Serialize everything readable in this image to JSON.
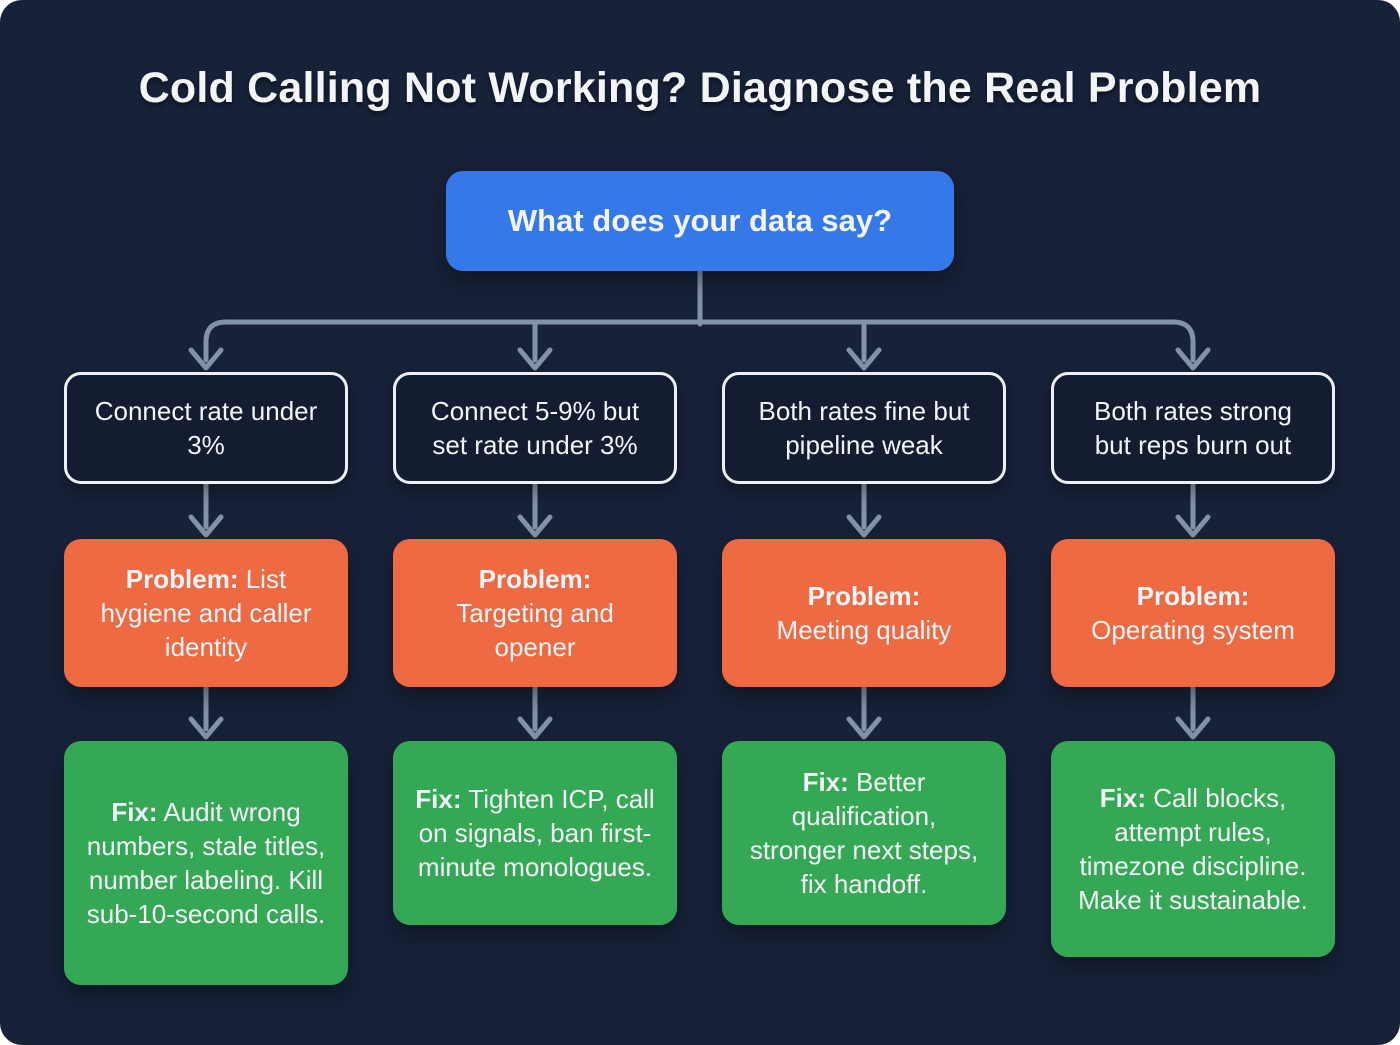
{
  "title": "Cold Calling Not Working? Diagnose the Real Problem",
  "root": {
    "label": "What does your data say?"
  },
  "labels": {
    "problem": "Problem:",
    "fix": "Fix:"
  },
  "branches": [
    {
      "condition": "Connect rate under 3%",
      "problem": "List hygiene and caller identity",
      "fix": "Audit wrong numbers, stale titles, number labeling. Kill sub-10-second calls."
    },
    {
      "condition": "Connect 5-9% but set rate under 3%",
      "problem": "Targeting and opener",
      "fix": "Tighten ICP, call on signals, ban first-minute monologues."
    },
    {
      "condition": "Both rates fine but pipeline weak",
      "problem": "Meeting quality",
      "fix": "Better qualification, stronger next steps, fix handoff."
    },
    {
      "condition": "Both rates strong but reps burn out",
      "problem": "Operating system",
      "fix": "Call blocks, attempt rules, timezone discipline. Make it sustainable."
    }
  ],
  "colors": {
    "canvas-bg": "#172138",
    "node-blue": "#3579e8",
    "node-orange": "#ed6a42",
    "node-green": "#35a855",
    "connector": "#8292a8",
    "text-light": "#f3f5f8",
    "branch-fill": "#131c31",
    "branch-border": "#edf0f5"
  }
}
